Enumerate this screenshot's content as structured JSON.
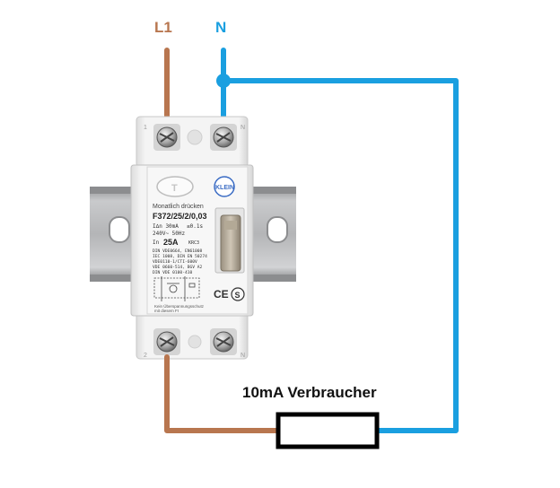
{
  "labels": {
    "l1": "L1",
    "n": "N",
    "load": "10mA Verbraucher"
  },
  "rcd": {
    "test_button": "T",
    "test_note": "Monatlich drücken",
    "model": "F372/25/2/0,03",
    "spec_line1": "I∆n 30mA",
    "spec_time": "≤0.1s",
    "spec_voltage": "240V~  50Hz",
    "spec_current_label": "In",
    "spec_current": "25A",
    "spec_code": "KRC3",
    "norm_lines": [
      "DIN VDE0664, EN61008",
      "IEC 1008, DIN EN 50274",
      "VDE0110-1/CTI-600V",
      "VDE 0660-514, BGV A2",
      "DIN VDE 0100-410"
    ],
    "bottom_note_1": "Kein Überspannungsschutz",
    "bottom_note_2": "mit diesem FI",
    "ce_mark": "CE",
    "s_mark": "S",
    "brand": "KLEIN",
    "terminal_top_left": "1",
    "terminal_top_right": "N",
    "terminal_bottom_left": "2",
    "terminal_bottom_right": "N"
  },
  "colors": {
    "l1_wire": "#b8764f",
    "n_wire": "#1a9fe0",
    "load_stroke": "#000000",
    "rail": "#a9aaac",
    "housing": "#f0f0f0"
  }
}
